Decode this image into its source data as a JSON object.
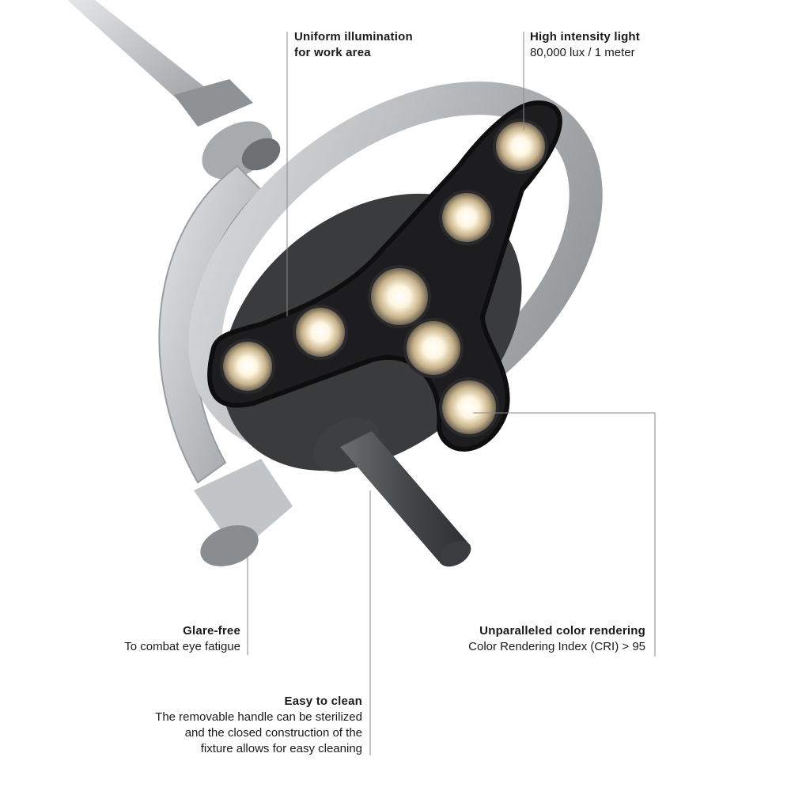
{
  "callouts": {
    "uniform": {
      "title": "Uniform illumination",
      "title2": "for work area"
    },
    "intensity": {
      "title": "High intensity light",
      "desc": "80,000 lux / 1 meter"
    },
    "glare": {
      "title": "Glare-free",
      "desc": "To combat eye fatigue"
    },
    "color": {
      "title": "Unparalleled color rendering",
      "desc": "Color Rendering Index (CRI) > 95"
    },
    "clean": {
      "title": "Easy to clean",
      "lines": [
        "The removable handle can be sterilized",
        "and the closed construction of the",
        "fixture allows for easy cleaning"
      ]
    }
  },
  "colors": {
    "lamp_body": "#b4b6b8",
    "lamp_head": "#1d1d1f",
    "led_glow": "#fff6e0",
    "callout_line": "#8a8a8a"
  }
}
